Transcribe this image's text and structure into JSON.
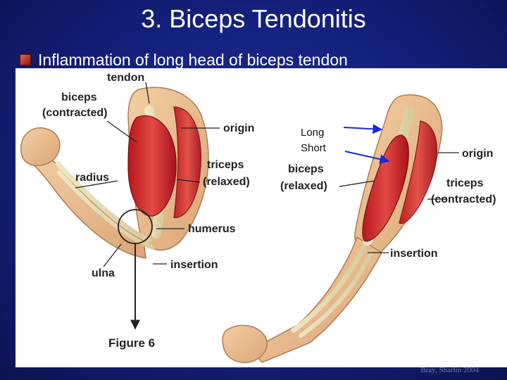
{
  "slide": {
    "title": "3. Biceps Tendonitis",
    "bullet": "Inflammation of long head of biceps tendon",
    "watermark": "Bray, Sharlin 2004"
  },
  "figure": {
    "left_arm_labels": {
      "tendon": "tendon",
      "biceps": "biceps",
      "contracted": "(contracted)",
      "origin": "origin",
      "triceps": "triceps",
      "relaxed": "(relaxed)",
      "radius": "radius",
      "humerus": "humerus",
      "ulna": "ulna",
      "insertion": "insertion",
      "figure_caption": "Figure 6"
    },
    "right_arm_labels": {
      "long": "Long",
      "short": "Short",
      "biceps": "biceps",
      "relaxed": "(relaxed)",
      "origin": "origin",
      "triceps": "triceps",
      "contracted": "(contracted)",
      "insertion": "insertion"
    }
  }
}
